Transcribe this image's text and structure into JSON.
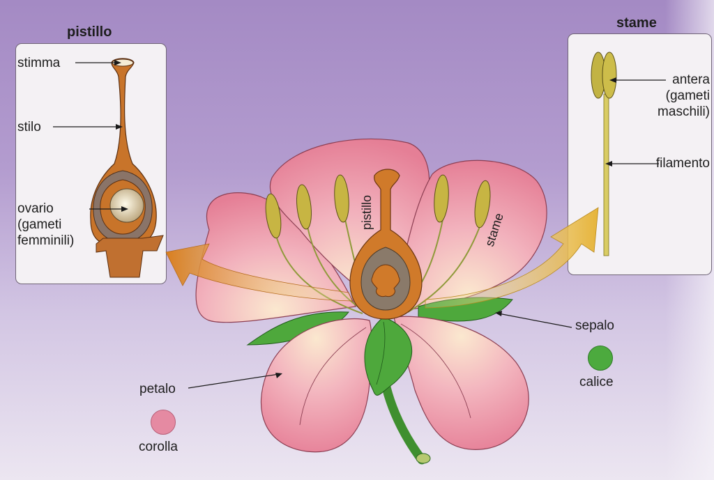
{
  "pistil_panel": {
    "title": "pistillo",
    "labels": {
      "stimma": "stimma",
      "stilo": "stilo",
      "ovario_line1": "ovario",
      "ovario_line2": "(gameti",
      "ovario_line3": "femminili)"
    }
  },
  "stamen_panel": {
    "title": "stame",
    "labels": {
      "antera_line1": "antera",
      "antera_line2": "(gameti",
      "antera_line3": "maschili)",
      "filamento": "filamento"
    }
  },
  "flower": {
    "pistil_label": "pistillo",
    "stamen_label": "stame",
    "sepal_label": "sepalo",
    "petal_label": "petalo"
  },
  "legend": {
    "corolla": {
      "label": "corolla",
      "color": "#e58aa2"
    },
    "calice": {
      "label": "calice",
      "color": "#4caa3e"
    }
  },
  "colors": {
    "petal": "#ec8fa4",
    "sepal": "#46a036",
    "stamen": "#c4b341",
    "pistil": "#cf7c2a",
    "arrow": "#e6a83a"
  }
}
